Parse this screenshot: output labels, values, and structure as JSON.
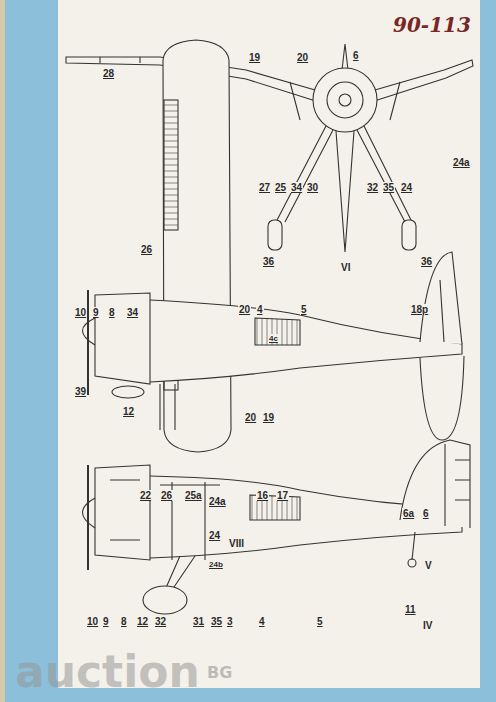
{
  "diagram": {
    "labels": [
      "90-113",
      "28",
      "19",
      "20",
      "6",
      "27",
      "25",
      "34",
      "30",
      "32",
      "35",
      "24",
      "24a",
      "36",
      "VI",
      "36",
      "26",
      "10",
      "9",
      "8",
      "34",
      "20",
      "4",
      "4c",
      "5",
      "18p",
      "39",
      "12",
      "20",
      "19",
      "22",
      "26",
      "25a",
      "16",
      "17",
      "24a",
      "24",
      "24b",
      "VIII",
      "6a",
      "6",
      "V",
      "10",
      "9",
      "8",
      "12",
      "32",
      "31",
      "35",
      "3",
      "4",
      "5",
      "11",
      "IV",
      "auction",
      "BG"
    ]
  }
}
